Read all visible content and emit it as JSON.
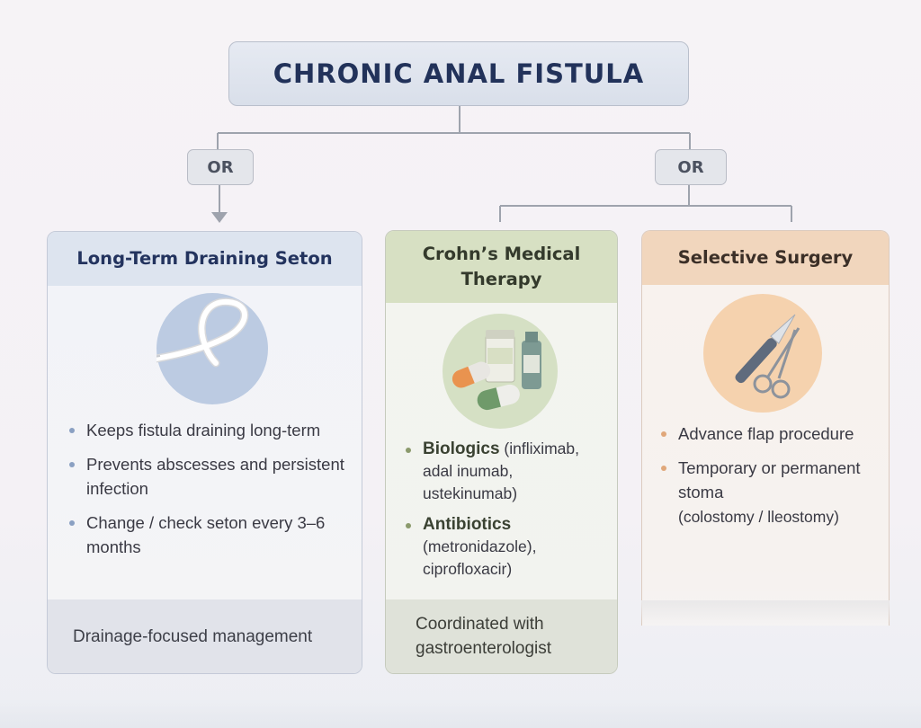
{
  "title": "CHRONIC ANAL FISTULA",
  "connectors": {
    "left_label": "OR",
    "right_label": "OR"
  },
  "cards": [
    {
      "heading": "Long-Term Draining Seton",
      "icon": "seton-loop-icon",
      "bullets": [
        "Keeps fistula draining long-term",
        "Prevents abscesses and persistent infection",
        "Change / check seton every 3–6 months"
      ],
      "footer": "Drainage-focused management",
      "accent": "#dde4ef"
    },
    {
      "heading": "Crohn’s Medical Therapy",
      "icon": "medication-icon",
      "bullets": [
        {
          "head": "Biologics",
          "detail_1": " (infliximab,",
          "detail_2": "adal inumab, ustekinumab)"
        },
        {
          "head": "Antibiotics",
          "detail_1": "(metronidazole), ciprofloxacir)"
        }
      ],
      "footer": "Coordinated with gastroenterologist",
      "accent": "#d7e0c3"
    },
    {
      "heading": "Selective Surgery",
      "icon": "scalpel-scissors-icon",
      "bullets": [
        {
          "text": "Advance flap procedure"
        },
        {
          "text": "Temporary or permanent stoma",
          "sub": "(colostomy / lleostomy)"
        }
      ],
      "accent": "#f1d6bd"
    }
  ]
}
